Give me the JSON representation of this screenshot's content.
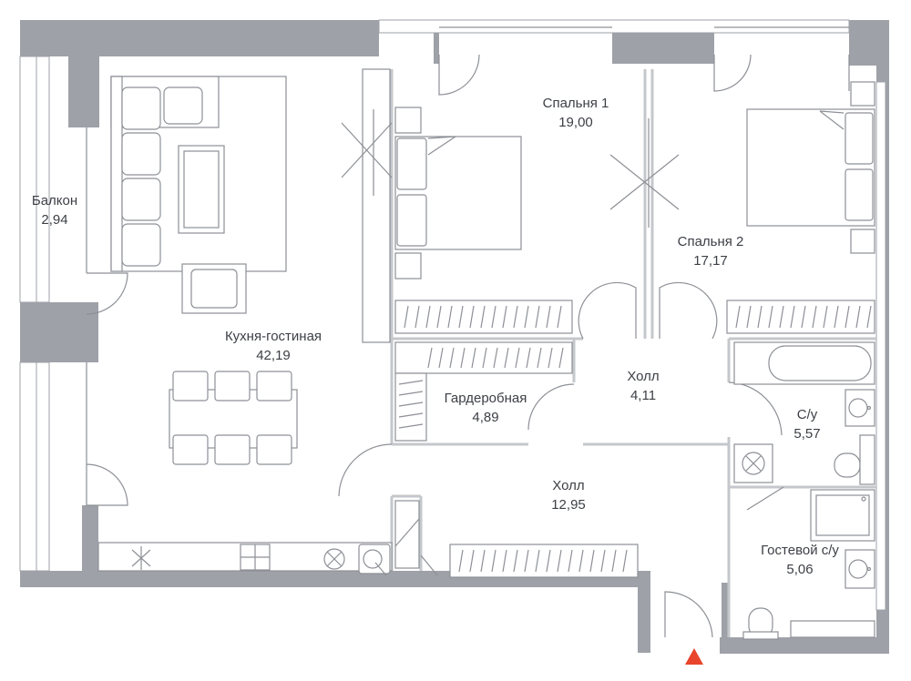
{
  "plan": {
    "rooms": [
      {
        "id": "balcony",
        "name": "Балкон",
        "area": "2,94"
      },
      {
        "id": "living",
        "name": "Кухня-гостиная",
        "area": "42,19"
      },
      {
        "id": "bedroom1",
        "name": "Спальня 1",
        "area": "19,00"
      },
      {
        "id": "bedroom2",
        "name": "Спальня 2",
        "area": "17,17"
      },
      {
        "id": "wardrobe",
        "name": "Гардеробная",
        "area": "4,89"
      },
      {
        "id": "hall-small",
        "name": "Холл",
        "area": "4,11"
      },
      {
        "id": "bathroom",
        "name": "С/у",
        "area": "5,57"
      },
      {
        "id": "hall-main",
        "name": "Холл",
        "area": "12,95"
      },
      {
        "id": "guest-bathroom",
        "name": "Гостевой с/у",
        "area": "5,06"
      }
    ],
    "entrance": {
      "marker_icon": "entrance-arrow-icon",
      "color": "#e8452c"
    },
    "colors": {
      "wall": "#9ea1a7",
      "partition": "#c4c7cb",
      "text": "#3c3f45"
    }
  }
}
